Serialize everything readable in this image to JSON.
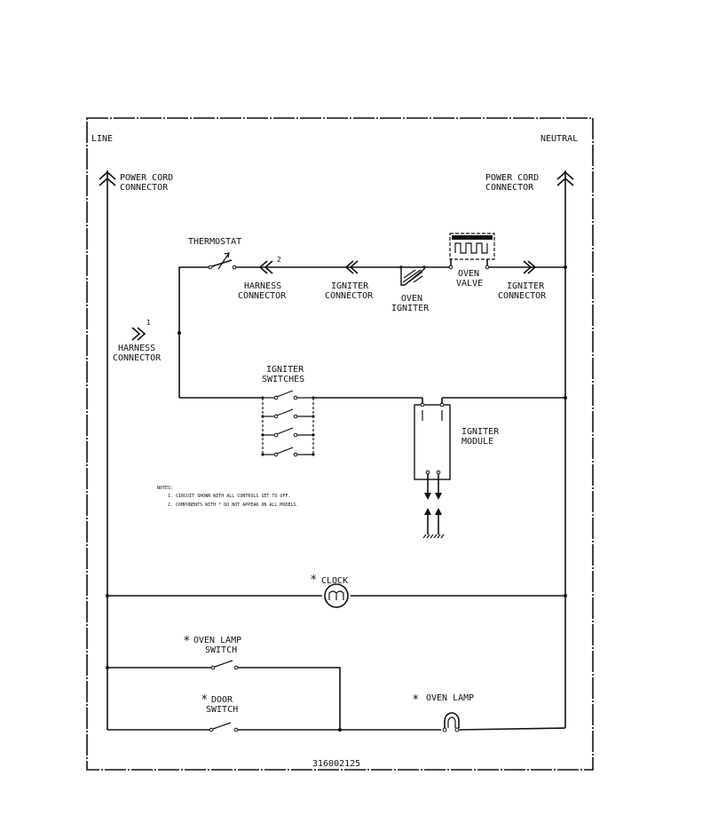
{
  "labels": {
    "line": "LINE",
    "neutral": "NEUTRAL",
    "power_cord_connector_left": [
      "POWER CORD",
      "CONNECTOR"
    ],
    "power_cord_connector_right": [
      "POWER CORD",
      "CONNECTOR"
    ],
    "thermostat": "THERMOSTAT",
    "harness_connector_top": [
      "HARNESS",
      "CONNECTOR"
    ],
    "harness_connector_top_ref": "2",
    "igniter_connector_top": [
      "IGNITER",
      "CONNECTOR"
    ],
    "oven_igniter": [
      "OVEN",
      "IGNITER"
    ],
    "oven_valve": [
      "OVEN",
      "VALVE"
    ],
    "igniter_connector_right": [
      "IGNITER",
      "CONNECTOR"
    ],
    "harness_connector_left": [
      "HARNESS",
      "CONNECTOR"
    ],
    "harness_connector_left_ref": "1",
    "igniter_switches": [
      "IGNITER",
      "SWITCHES"
    ],
    "igniter_module": [
      "IGNITER",
      "MODULE"
    ],
    "clock": "CLOCK",
    "oven_lamp_switch": [
      "OVEN LAMP",
      "SWITCH"
    ],
    "door_switch": [
      "DOOR",
      "SWITCH"
    ],
    "oven_lamp": "OVEN LAMP",
    "optional_marker": "*",
    "drawing_number": "316002125"
  },
  "notes": {
    "heading": "NOTES:",
    "items": [
      "1. CIRCUIT SHOWN WITH ALL CONTROLS SET TO OFF.",
      "2. COMPONENTS WITH * DO NOT APPEAR ON ALL MODELS."
    ]
  }
}
